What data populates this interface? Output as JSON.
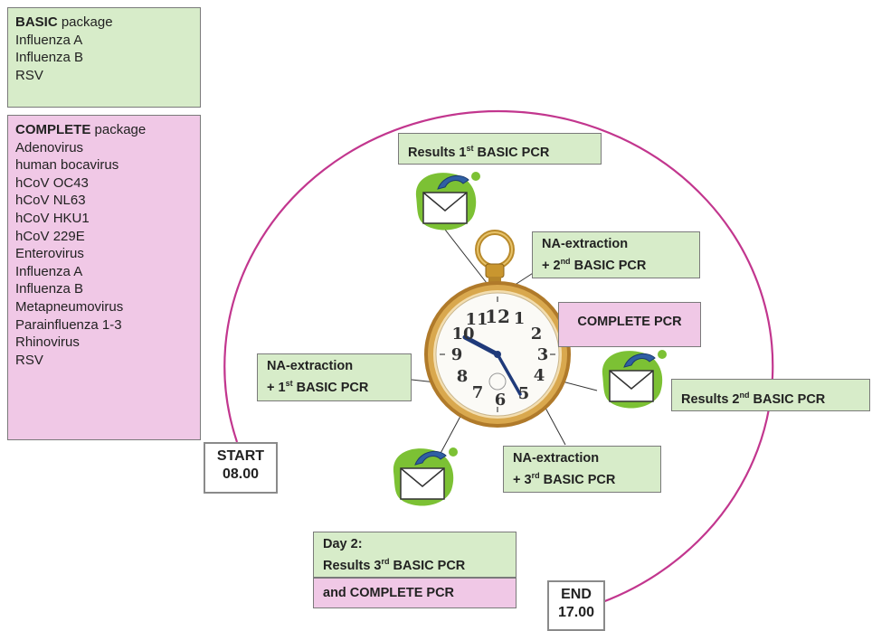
{
  "basic_package": {
    "title_bold": "BASIC",
    "title_rest": "package",
    "items": [
      "Influenza A",
      "Influenza B",
      "RSV"
    ]
  },
  "complete_package": {
    "title_bold": "COMPLETE",
    "title_rest": "package",
    "items": [
      "Adenovirus",
      "human bocavirus",
      "hCoV OC43",
      "hCoV NL63",
      "hCoV HKU1",
      "hCoV 229E",
      "Enterovirus",
      "Influenza A",
      "Influenza B",
      "Metapneumovirus",
      "Parainfluenza 1-3",
      "Rhinovirus",
      "RSV"
    ]
  },
  "start": {
    "label": "START",
    "time": "08.00"
  },
  "end": {
    "label": "END",
    "time": "17.00"
  },
  "steps": {
    "results_1": {
      "pre": "Results 1",
      "sup": "st",
      "post": " BASIC PCR"
    },
    "extraction_2": {
      "line1": "NA-extraction",
      "pre": "+ 2",
      "sup": "nd",
      "post": " BASIC PCR"
    },
    "complete_pcr": {
      "text": "COMPLETE PCR"
    },
    "extraction_1": {
      "line1": "NA-extraction",
      "pre": "+ 1",
      "sup": "st",
      "post": " BASIC PCR"
    },
    "results_2": {
      "pre": "Results 2",
      "sup": "nd",
      "post": " BASIC PCR"
    },
    "extraction_3": {
      "line1": "NA-extraction",
      "pre": "+ 3",
      "sup": "rd",
      "post": " BASIC PCR"
    },
    "day2": {
      "line1": "Day 2:",
      "pre": "Results 3",
      "sup": "rd",
      "post": " BASIC PCR",
      "complete": "and COMPLETE PCR"
    }
  },
  "clock": {
    "numerals": [
      "12",
      "1",
      "2",
      "3",
      "4",
      "5",
      "6",
      "7",
      "8",
      "9",
      "10",
      "11"
    ]
  },
  "icons": [
    "envelope-icon",
    "stopwatch-icon"
  ],
  "colors": {
    "basic": "#d7ecc9",
    "complete": "#f0c8e6",
    "cycle": "#c2368e",
    "leaf": "#7cc134"
  }
}
